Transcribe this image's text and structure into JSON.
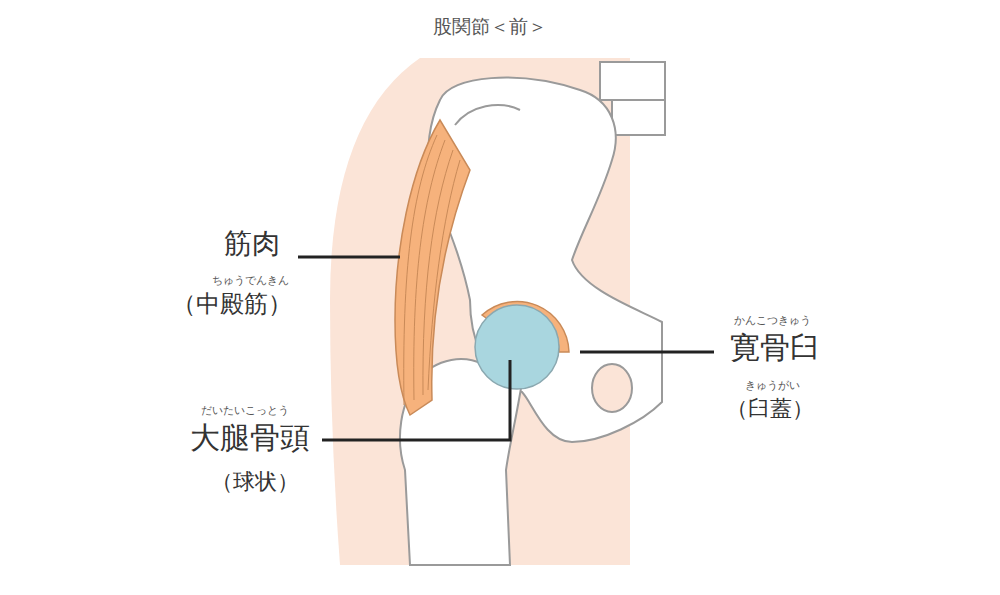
{
  "diagram": {
    "title": "股関節＜前＞",
    "labels": [
      "筋肉",
      "ちゅうでんきん",
      "（中殿筋）",
      "だいたいこっとう",
      "大腿骨頭",
      "（球状）",
      "かんこつきゅう",
      "寛骨臼",
      "きゅうがい",
      "（臼蓋）"
    ]
  }
}
